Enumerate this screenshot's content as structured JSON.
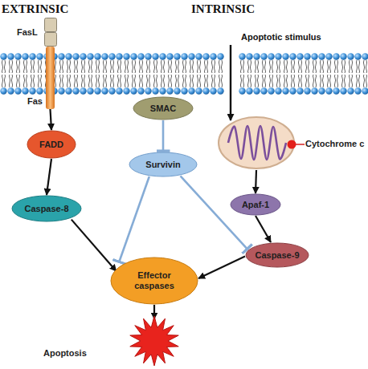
{
  "diagram": {
    "nodes": [
      {
        "text": [
          "FasL"
        ]
      },
      {
        "text": [
          "Fas"
        ]
      },
      {
        "text": [
          "FADD"
        ]
      },
      {
        "text": [
          "Caspase-8"
        ]
      },
      {
        "text": [
          "SMAC"
        ]
      },
      {
        "text": [
          "Survivin"
        ]
      },
      {
        "text": [
          "Cytochrome c"
        ]
      },
      {
        "text": [
          "Apaf-1"
        ]
      },
      {
        "text": [
          "Caspase-9"
        ]
      },
      {
        "text": [
          "Effector caspases"
        ]
      },
      {
        "text": [
          "Apoptosis"
        ]
      }
    ],
    "edges": [
      {
        "from": 1,
        "to": 2,
        "arrow": "to"
      },
      {
        "from": 2,
        "to": 3,
        "arrow": "to"
      },
      {
        "from": 3,
        "to": 9,
        "arrow": "to"
      },
      {
        "from": 4,
        "to": 5,
        "arrow": "to"
      },
      {
        "from": 5,
        "to": 9,
        "arrow": "to"
      },
      {
        "from": 5,
        "to": 8,
        "arrow": "to"
      },
      {
        "from": 6,
        "to": 7,
        "arrow": "to"
      },
      {
        "from": 7,
        "to": 8,
        "arrow": "to"
      },
      {
        "from": 8,
        "to": 9,
        "arrow": "to"
      },
      {
        "from": 9,
        "to": 10,
        "arrow": "to"
      }
    ],
    "labels": [
      "EXTRINSIC",
      "INTRINSIC",
      "Apoptotic stimulus"
    ]
  }
}
